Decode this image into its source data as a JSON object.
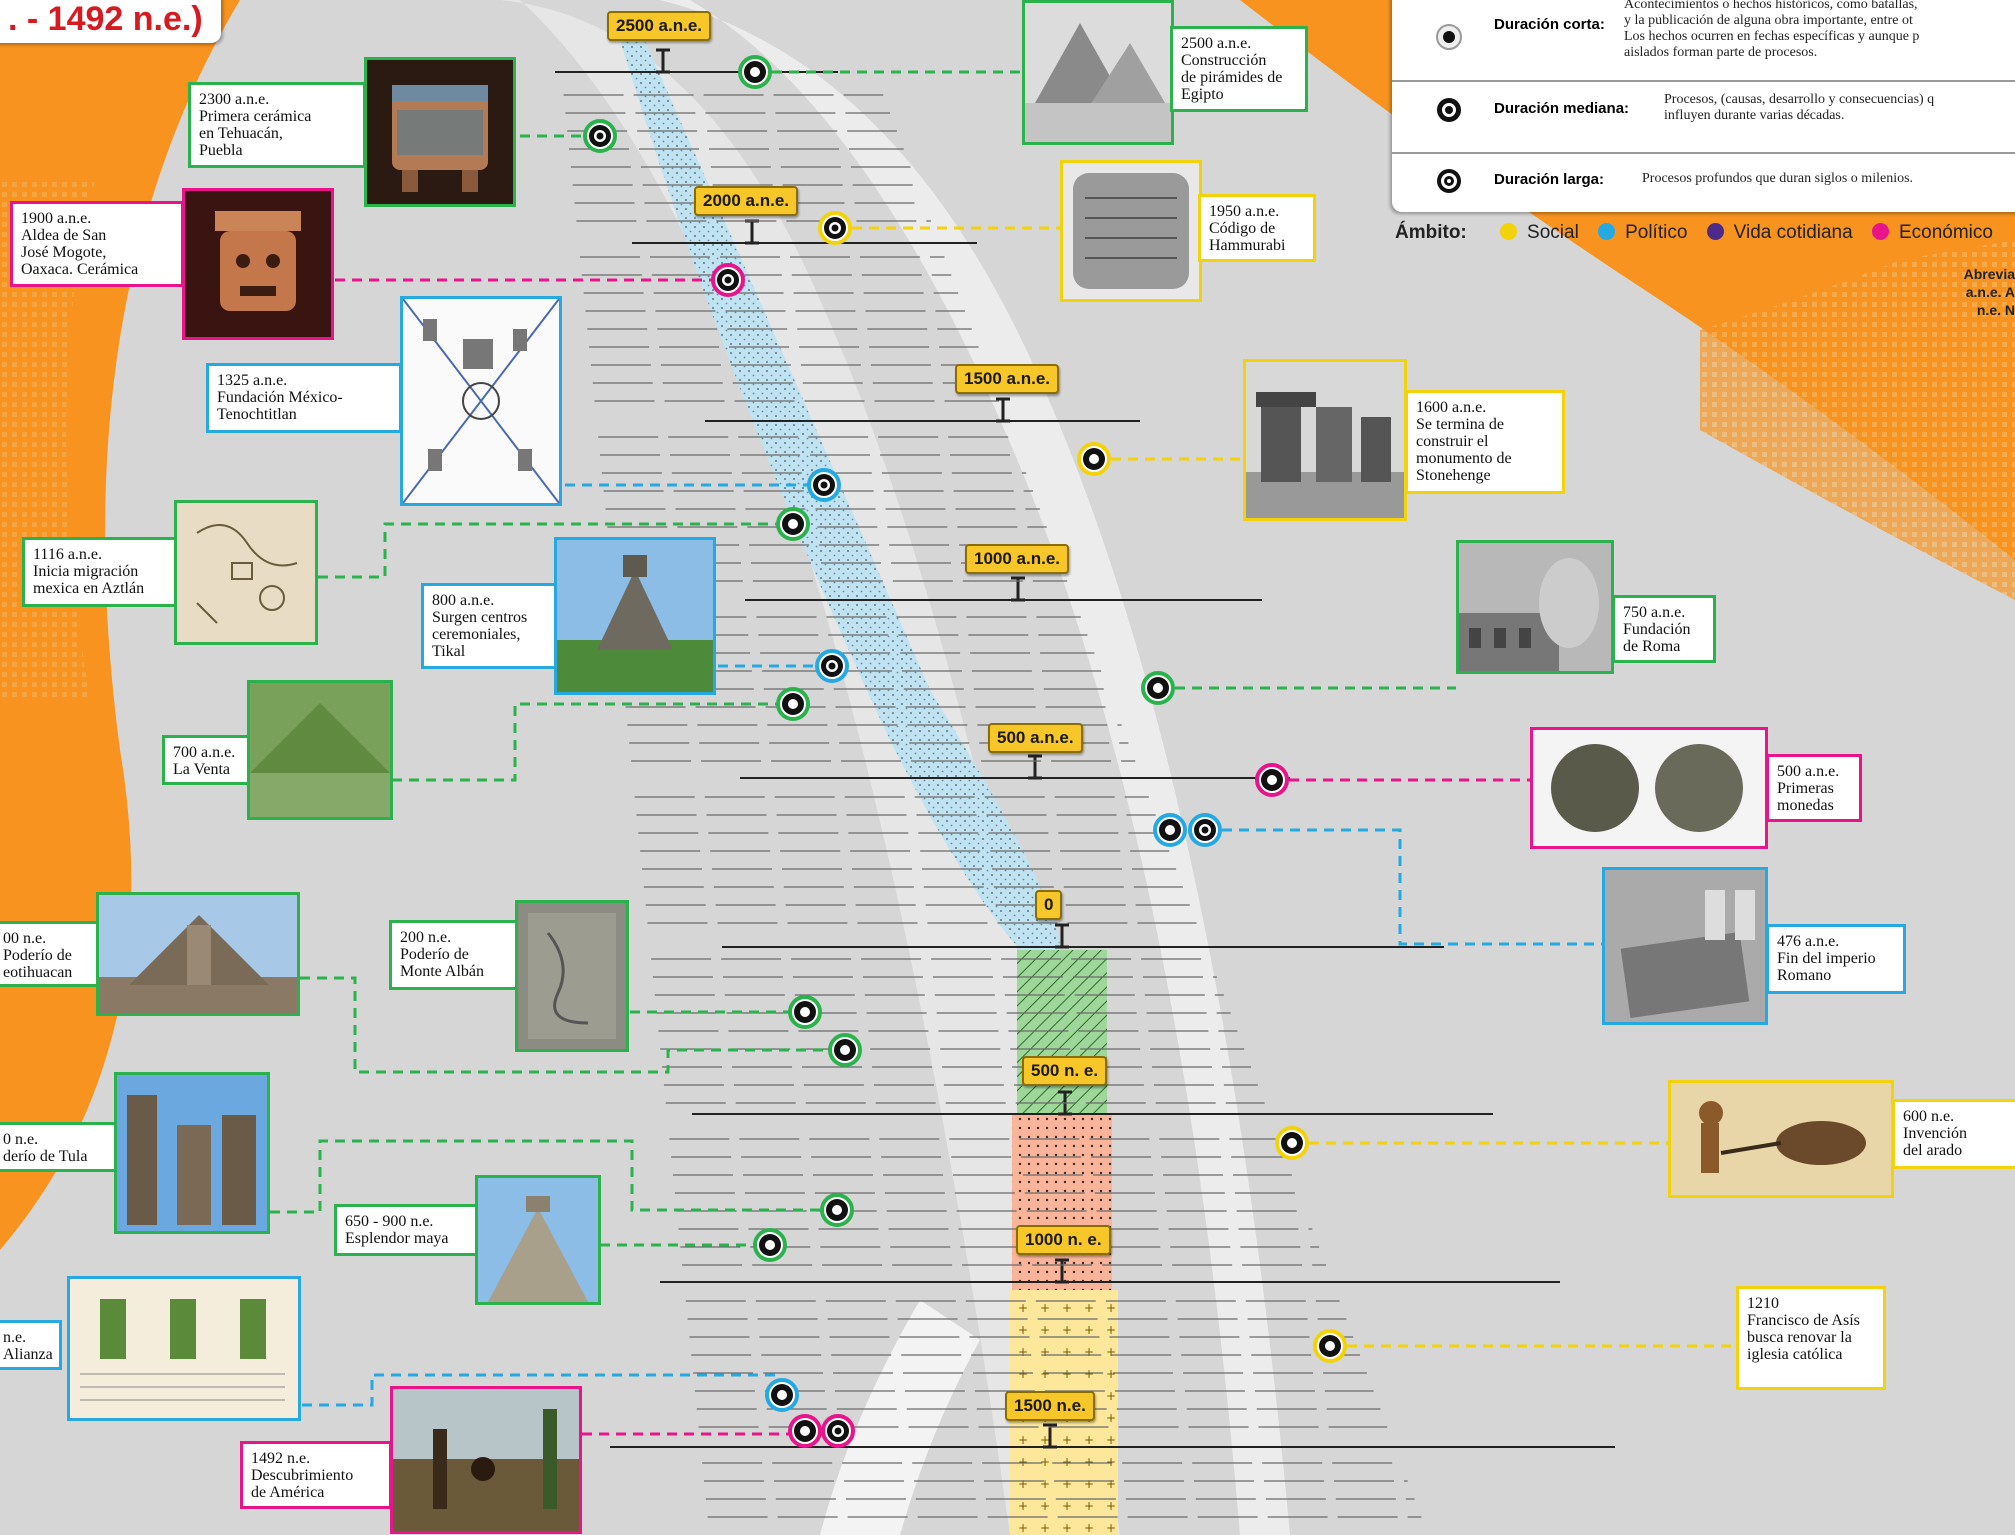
{
  "title": ". - 1492 n.e.)",
  "legend": {
    "short_label": "Duración corta:",
    "short_desc": "Acontecimientos o hechos históricos, como batallas,\ny la publicación de alguna obra importante, entre ot\nLos hechos ocurren en fechas específicas y aunque p\naislados forman parte de procesos.",
    "medium_label": "Duración mediana:",
    "medium_desc": "Procesos, (causas, desarrollo y consecuencias) q\ninfluyen durante varias décadas.",
    "long_label": "Duración larga:",
    "long_desc": "Procesos profundos que duran siglos o milenios."
  },
  "ambito": {
    "label": "Ámbito:",
    "items": [
      {
        "label": "Social",
        "color": "#f2d20b"
      },
      {
        "label": "Político",
        "color": "#26a9e0"
      },
      {
        "label": "Vida cotidiana",
        "color": "#4b2a8a"
      },
      {
        "label": "Económico",
        "color": "#e8158a"
      }
    ]
  },
  "abreviaturas": {
    "title": "Abrevia",
    "ane": "a.n.e. A",
    "ne": "n.e. N"
  },
  "markers": [
    "2500 a.n.e.",
    "2000 a.n.e.",
    "1500 a.n.e.",
    "1000 a.n.e.",
    "500 a.n.e.",
    "0",
    "500 n. e.",
    "1000 n. e.",
    "1500 n.e."
  ],
  "events_left": [
    {
      "text": "2300 a.n.e.\nPrimera cerámica\nen Tehuacán,\nPuebla",
      "color": "green"
    },
    {
      "text": "1900 a.n.e.\nAldea de San\nJosé Mogote,\nOaxaca. Cerámica",
      "color": "pink"
    },
    {
      "text": "1325 a.n.e.\nFundación México-\nTenochtitlan",
      "color": "blue"
    },
    {
      "text": "1116 a.n.e.\nInicia migración\nmexica en Aztlán",
      "color": "green"
    },
    {
      "text": "800 a.n.e.\nSurgen centros\nceremoniales,\nTikal",
      "color": "blue"
    },
    {
      "text": "700 a.n.e.\nLa Venta",
      "color": "green"
    },
    {
      "text": "00 n.e.\nPoderío de\neotihuacan",
      "color": "green"
    },
    {
      "text": "200 n.e.\nPoderío de\nMonte Albán",
      "color": "green"
    },
    {
      "text": "0 n.e.\nderío de Tula",
      "color": "green"
    },
    {
      "text": "650 - 900 n.e.\nEsplendor maya",
      "color": "green"
    },
    {
      "text": "n.e.\nAlianza",
      "color": "blue"
    },
    {
      "text": "1492 n.e.\nDescubrimiento\nde América",
      "color": "pink"
    }
  ],
  "events_right": [
    {
      "text": "2500 a.n.e.\nConstrucción\nde pirámides de\nEgipto",
      "color": "green"
    },
    {
      "text": "1950 a.n.e.\nCódigo de\nHammurabi",
      "color": "yellow"
    },
    {
      "text": "1600 a.n.e.\nSe termina de\nconstruir el\nmonumento de\nStonehenge",
      "color": "yellow"
    },
    {
      "text": "750 a.n.e.\nFundación\nde Roma",
      "color": "green"
    },
    {
      "text": "500 a.n.e.\nPrimeras\nmonedas",
      "color": "pink"
    },
    {
      "text": "476 a.n.e.\nFin del imperio\nRomano",
      "color": "blue"
    },
    {
      "text": "600 n.e.\nInvención\ndel arado",
      "color": "yellow"
    },
    {
      "text": "1210\nFrancisco de Asís\nbusca renovar la\niglesia católica",
      "color": "yellow"
    }
  ],
  "colors": {
    "green": "#2bb24c",
    "yellow": "#f2d20b",
    "blue": "#26a9e0",
    "pink": "#e8158a",
    "orange": "#f7931e",
    "river": "#bfe3f2"
  }
}
